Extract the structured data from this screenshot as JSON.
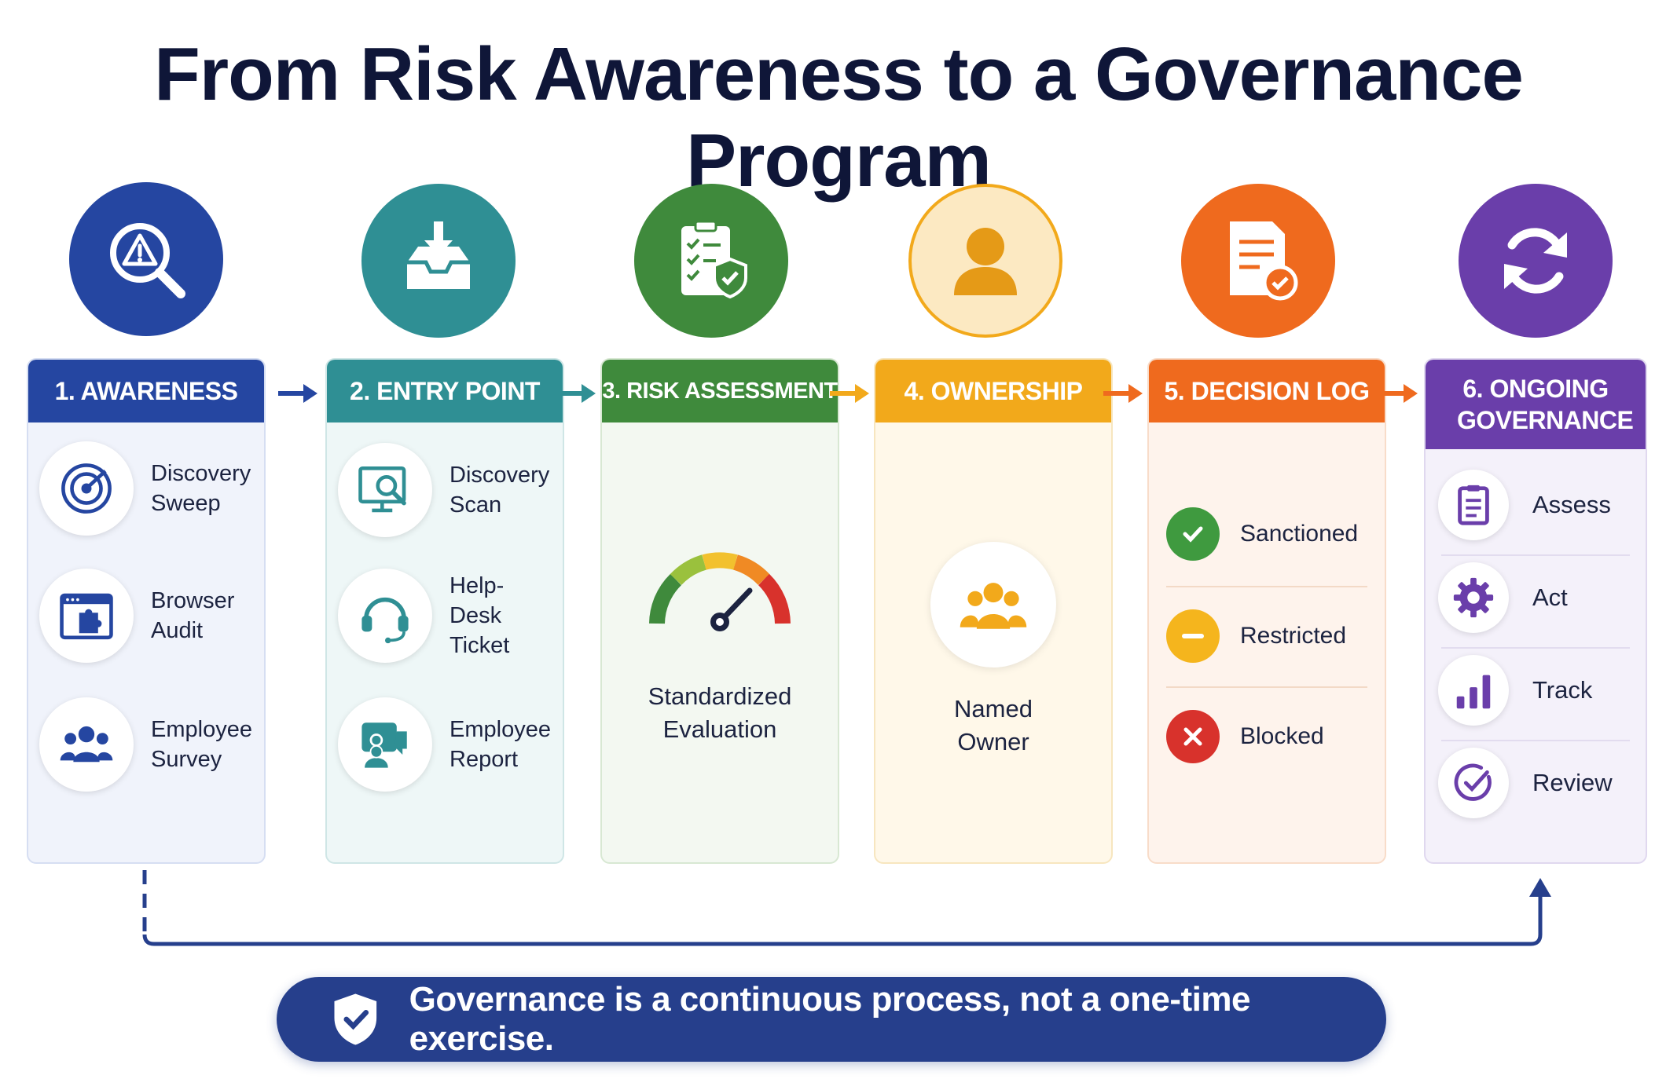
{
  "title": "From Risk Awareness to a Governance Program",
  "colors": {
    "awareness": "#2546a1",
    "entry": "#2f8f94",
    "assessment": "#3f8a3c",
    "ownership": "#f2a91b",
    "decision": "#ef6a1e",
    "governance": "#6a3eaa",
    "banner": "#263f8c"
  },
  "stages": [
    {
      "header": "1. AWARENESS",
      "icon": "magnifier-warning-icon",
      "items": [
        {
          "label": "Discovery Sweep",
          "icon": "radar-icon"
        },
        {
          "label": "Browser Audit",
          "icon": "browser-extension-icon"
        },
        {
          "label": "Employee Survey",
          "icon": "people-group-icon"
        }
      ]
    },
    {
      "header": "2. ENTRY POINT",
      "icon": "inbox-download-icon",
      "items": [
        {
          "label": "Discovery Scan",
          "icon": "monitor-search-icon"
        },
        {
          "label": "Help-Desk Ticket",
          "icon": "headset-icon"
        },
        {
          "label": "Employee Report",
          "icon": "report-chat-icon"
        }
      ]
    },
    {
      "header": "3. RISK ASSESSMENT",
      "icon": "checklist-shield-icon",
      "center": {
        "label": "Standardized Evaluation",
        "icon": "gauge-icon"
      }
    },
    {
      "header": "4. OWNERSHIP",
      "icon": "person-icon",
      "center": {
        "label": "Named Owner",
        "icon": "team-icon"
      }
    },
    {
      "header": "5. DECISION LOG",
      "icon": "document-check-icon",
      "statuses": [
        {
          "label": "Sanctioned",
          "icon": "check-circle-icon"
        },
        {
          "label": "Restricted",
          "icon": "minus-circle-icon"
        },
        {
          "label": "Blocked",
          "icon": "x-circle-icon"
        }
      ]
    },
    {
      "header": "6. ONGOING GOVERNANCE",
      "icon": "refresh-cycle-icon",
      "items": [
        {
          "label": "Assess",
          "icon": "clipboard-icon"
        },
        {
          "label": "Act",
          "icon": "gear-icon"
        },
        {
          "label": "Track",
          "icon": "bar-chart-icon"
        },
        {
          "label": "Review",
          "icon": "check-cycle-icon"
        }
      ]
    }
  ],
  "banner": {
    "text": "Governance is a continuous process, not a one-time exercise.",
    "icon": "shield-check-icon"
  }
}
